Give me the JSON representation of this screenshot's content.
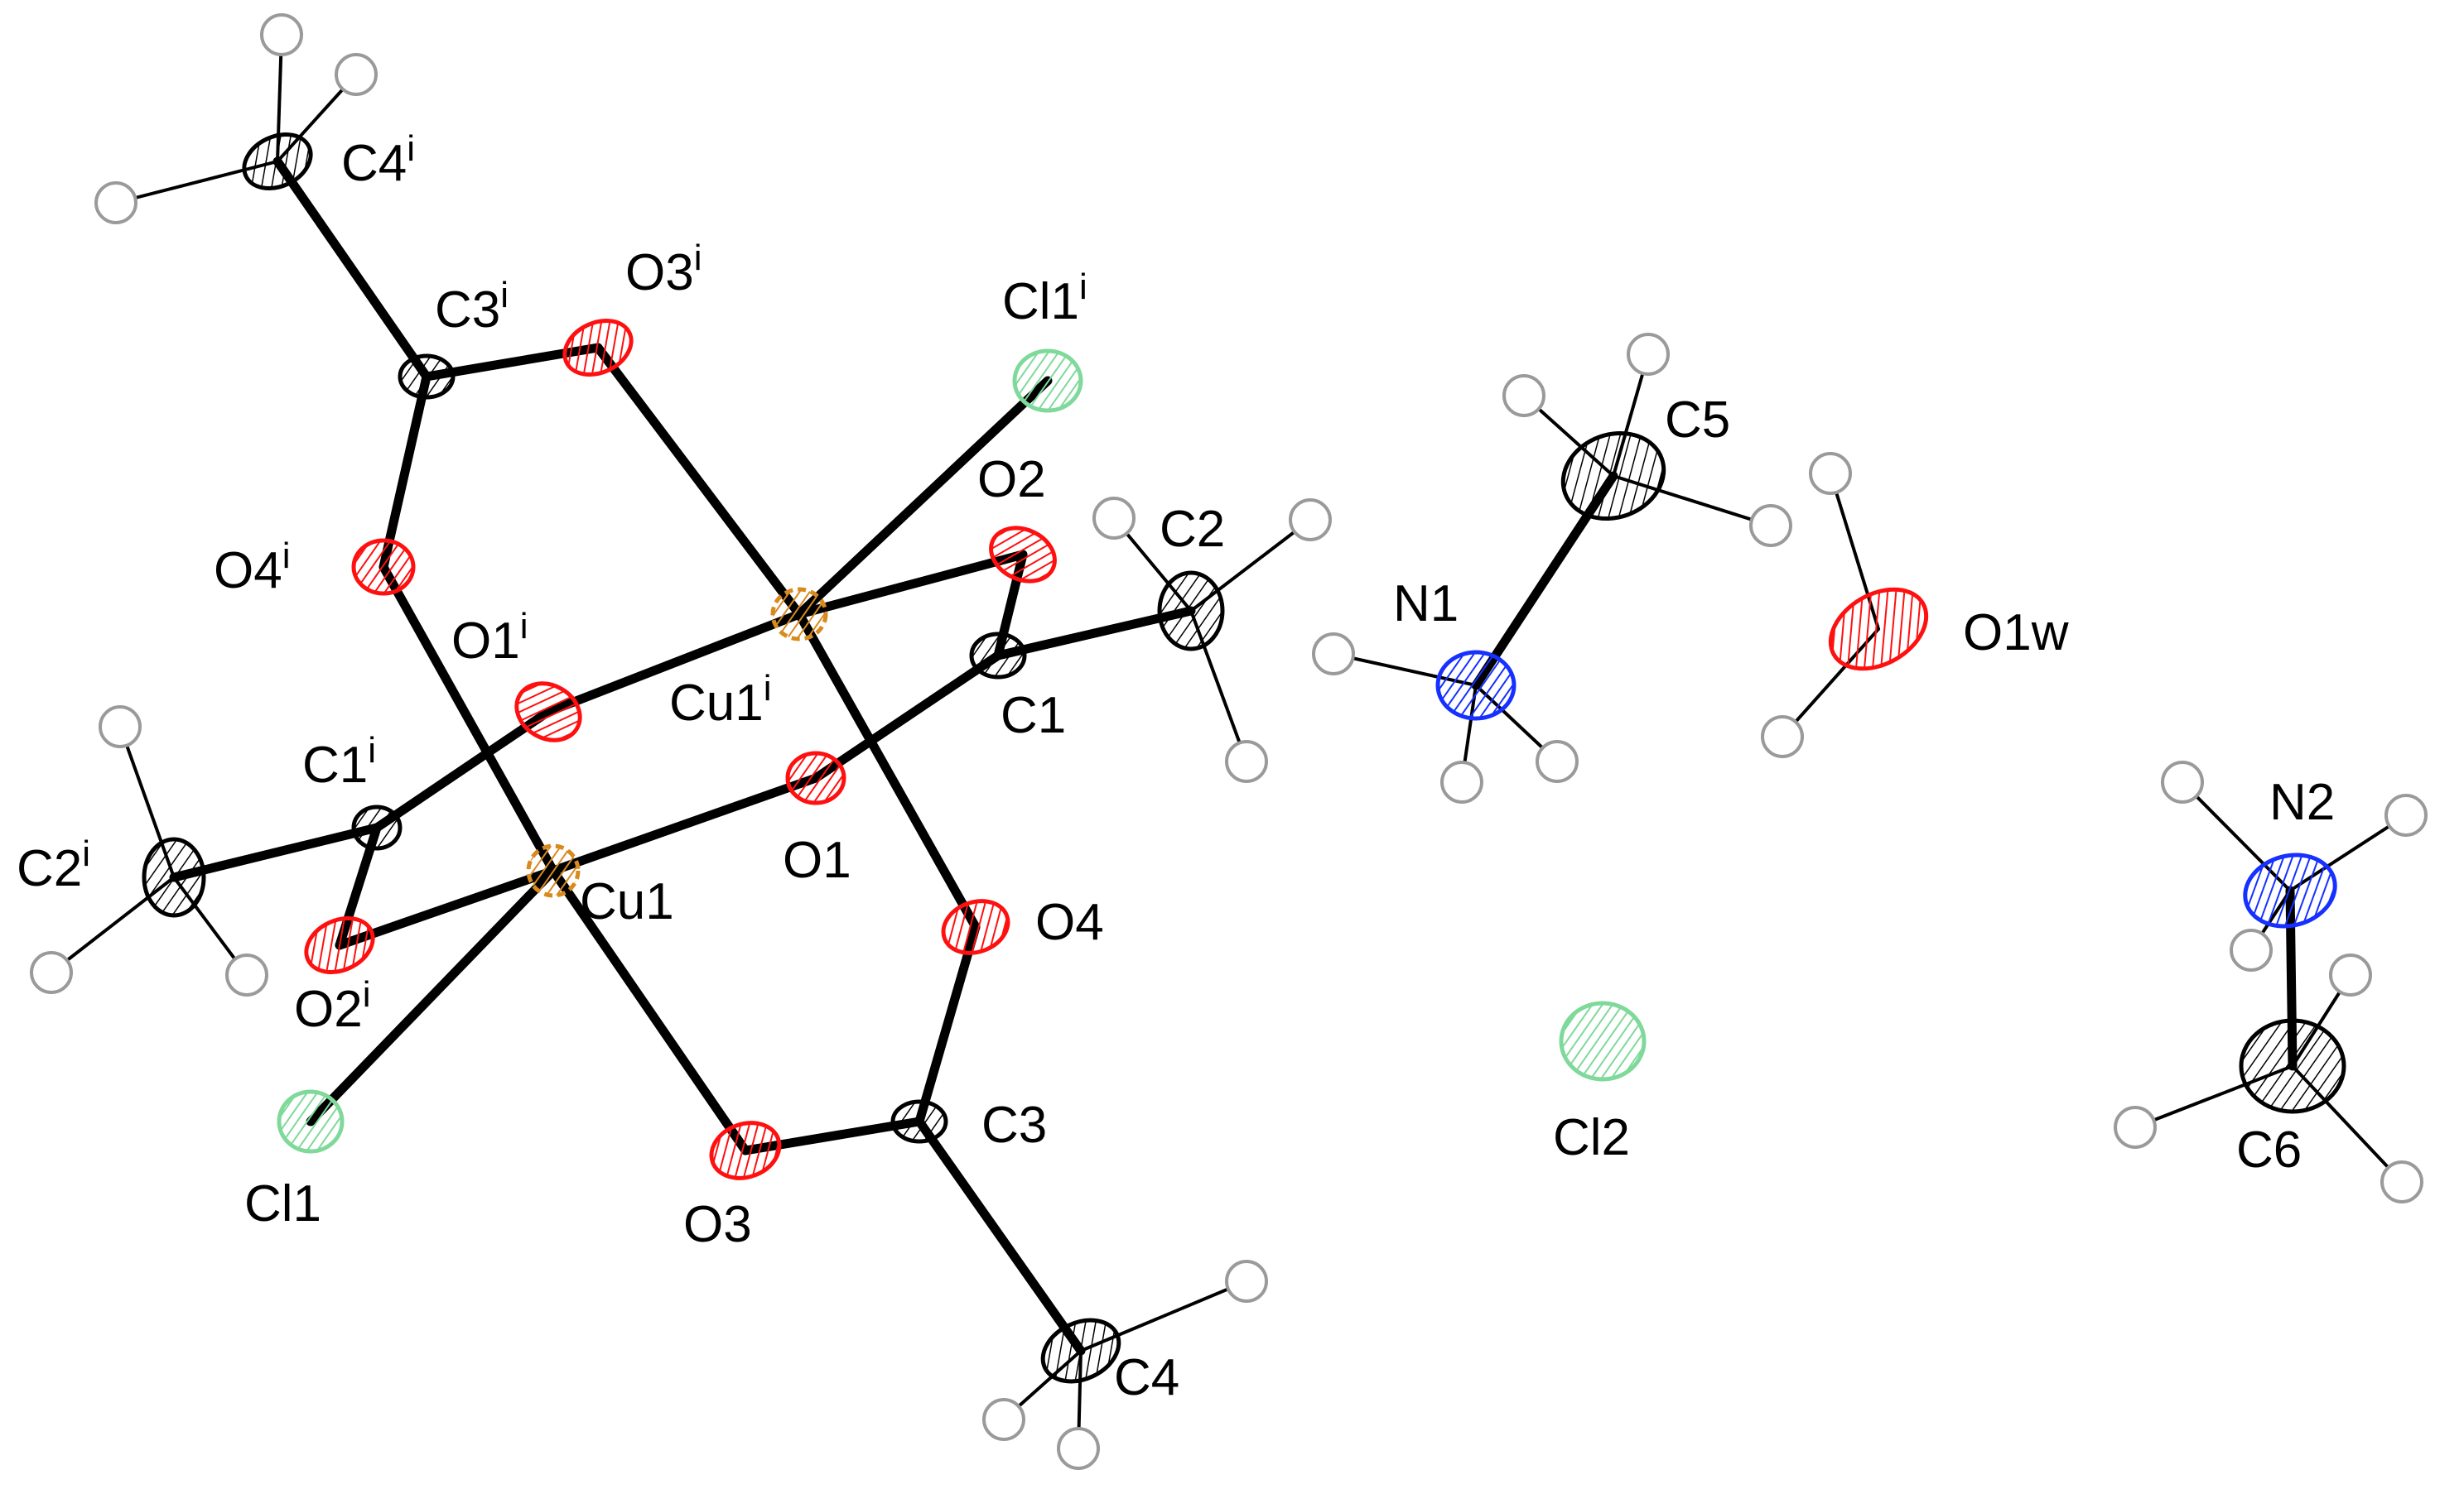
{
  "colors": {
    "carbon": "#000000",
    "oxygen": "#ff1010",
    "copper": "#d88a1e",
    "chlorine": "#7fd99a",
    "nitrogen": "#1530ff",
    "hydrogen": "#9a9a9a",
    "background": "#ffffff"
  },
  "labels": {
    "C4i": {
      "base": "C4",
      "sup": "i"
    },
    "C3i": {
      "base": "C3",
      "sup": "i"
    },
    "O3i": {
      "base": "O3",
      "sup": "i"
    },
    "Cl1i": {
      "base": "Cl1",
      "sup": "i"
    },
    "O2": {
      "base": "O2"
    },
    "C2": {
      "base": "C2"
    },
    "O4i": {
      "base": "O4",
      "sup": "i"
    },
    "O1i": {
      "base": "O1",
      "sup": "i"
    },
    "Cu1i": {
      "base": "Cu1",
      "sup": "i"
    },
    "C1": {
      "base": "C1"
    },
    "C1i": {
      "base": "C1",
      "sup": "i"
    },
    "O1": {
      "base": "O1"
    },
    "C2i": {
      "base": "C2",
      "sup": "i"
    },
    "Cu1": {
      "base": "Cu1"
    },
    "O4": {
      "base": "O4"
    },
    "O2i": {
      "base": "O2",
      "sup": "i"
    },
    "Cl1": {
      "base": "Cl1"
    },
    "O3": {
      "base": "O3"
    },
    "C3": {
      "base": "C3"
    },
    "C4": {
      "base": "C4"
    },
    "C5": {
      "base": "C5"
    },
    "N1": {
      "base": "N1"
    },
    "O1w": {
      "base": "O1w"
    },
    "Cl2": {
      "base": "Cl2"
    },
    "N2": {
      "base": "N2"
    },
    "C6": {
      "base": "C6"
    }
  }
}
